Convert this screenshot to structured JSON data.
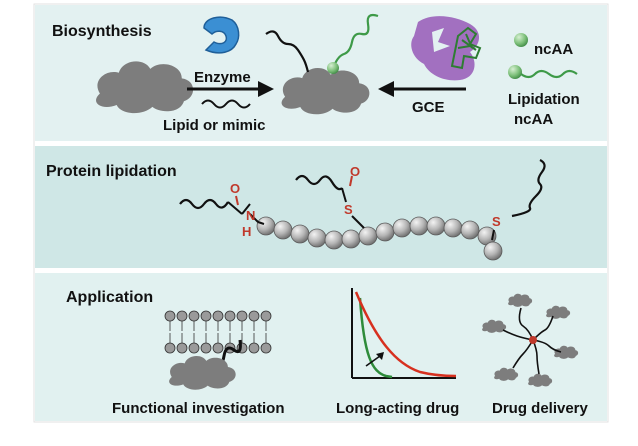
{
  "sections": {
    "biosynthesis": {
      "title": "Biosynthesis",
      "enzyme_label": "Enzyme",
      "lipid_label": "Lipid or mimic",
      "gce_label": "GCE",
      "ncaa_label": "ncAA",
      "lipidation_label": "Lipidation",
      "lipidation_ncaa_label": "ncAA"
    },
    "protein_lipidation": {
      "title": "Protein lipidation",
      "amide_o": "O",
      "amide_n": "N",
      "amide_h": "H",
      "thioester_o": "O",
      "thioester_s": "S",
      "thioether_s": "S"
    },
    "application": {
      "title": "Application",
      "functional_label": "Functional investigation",
      "long_acting_label": "Long-acting drug",
      "delivery_label": "Drug delivery"
    }
  },
  "colors": {
    "band_top": "#e3f1f1",
    "band_mid": "#cfe7e6",
    "band_bottom": "#e1f1f0",
    "protein_gray": "#7d7d7d",
    "enzyme_blue": "#3b8fd3",
    "gce_purple": "#9a62ba",
    "ncaa_green": "#58a85a",
    "linkage_red": "#c0392b",
    "curve_red": "#d7301f",
    "curve_green": "#2e8b3a"
  }
}
